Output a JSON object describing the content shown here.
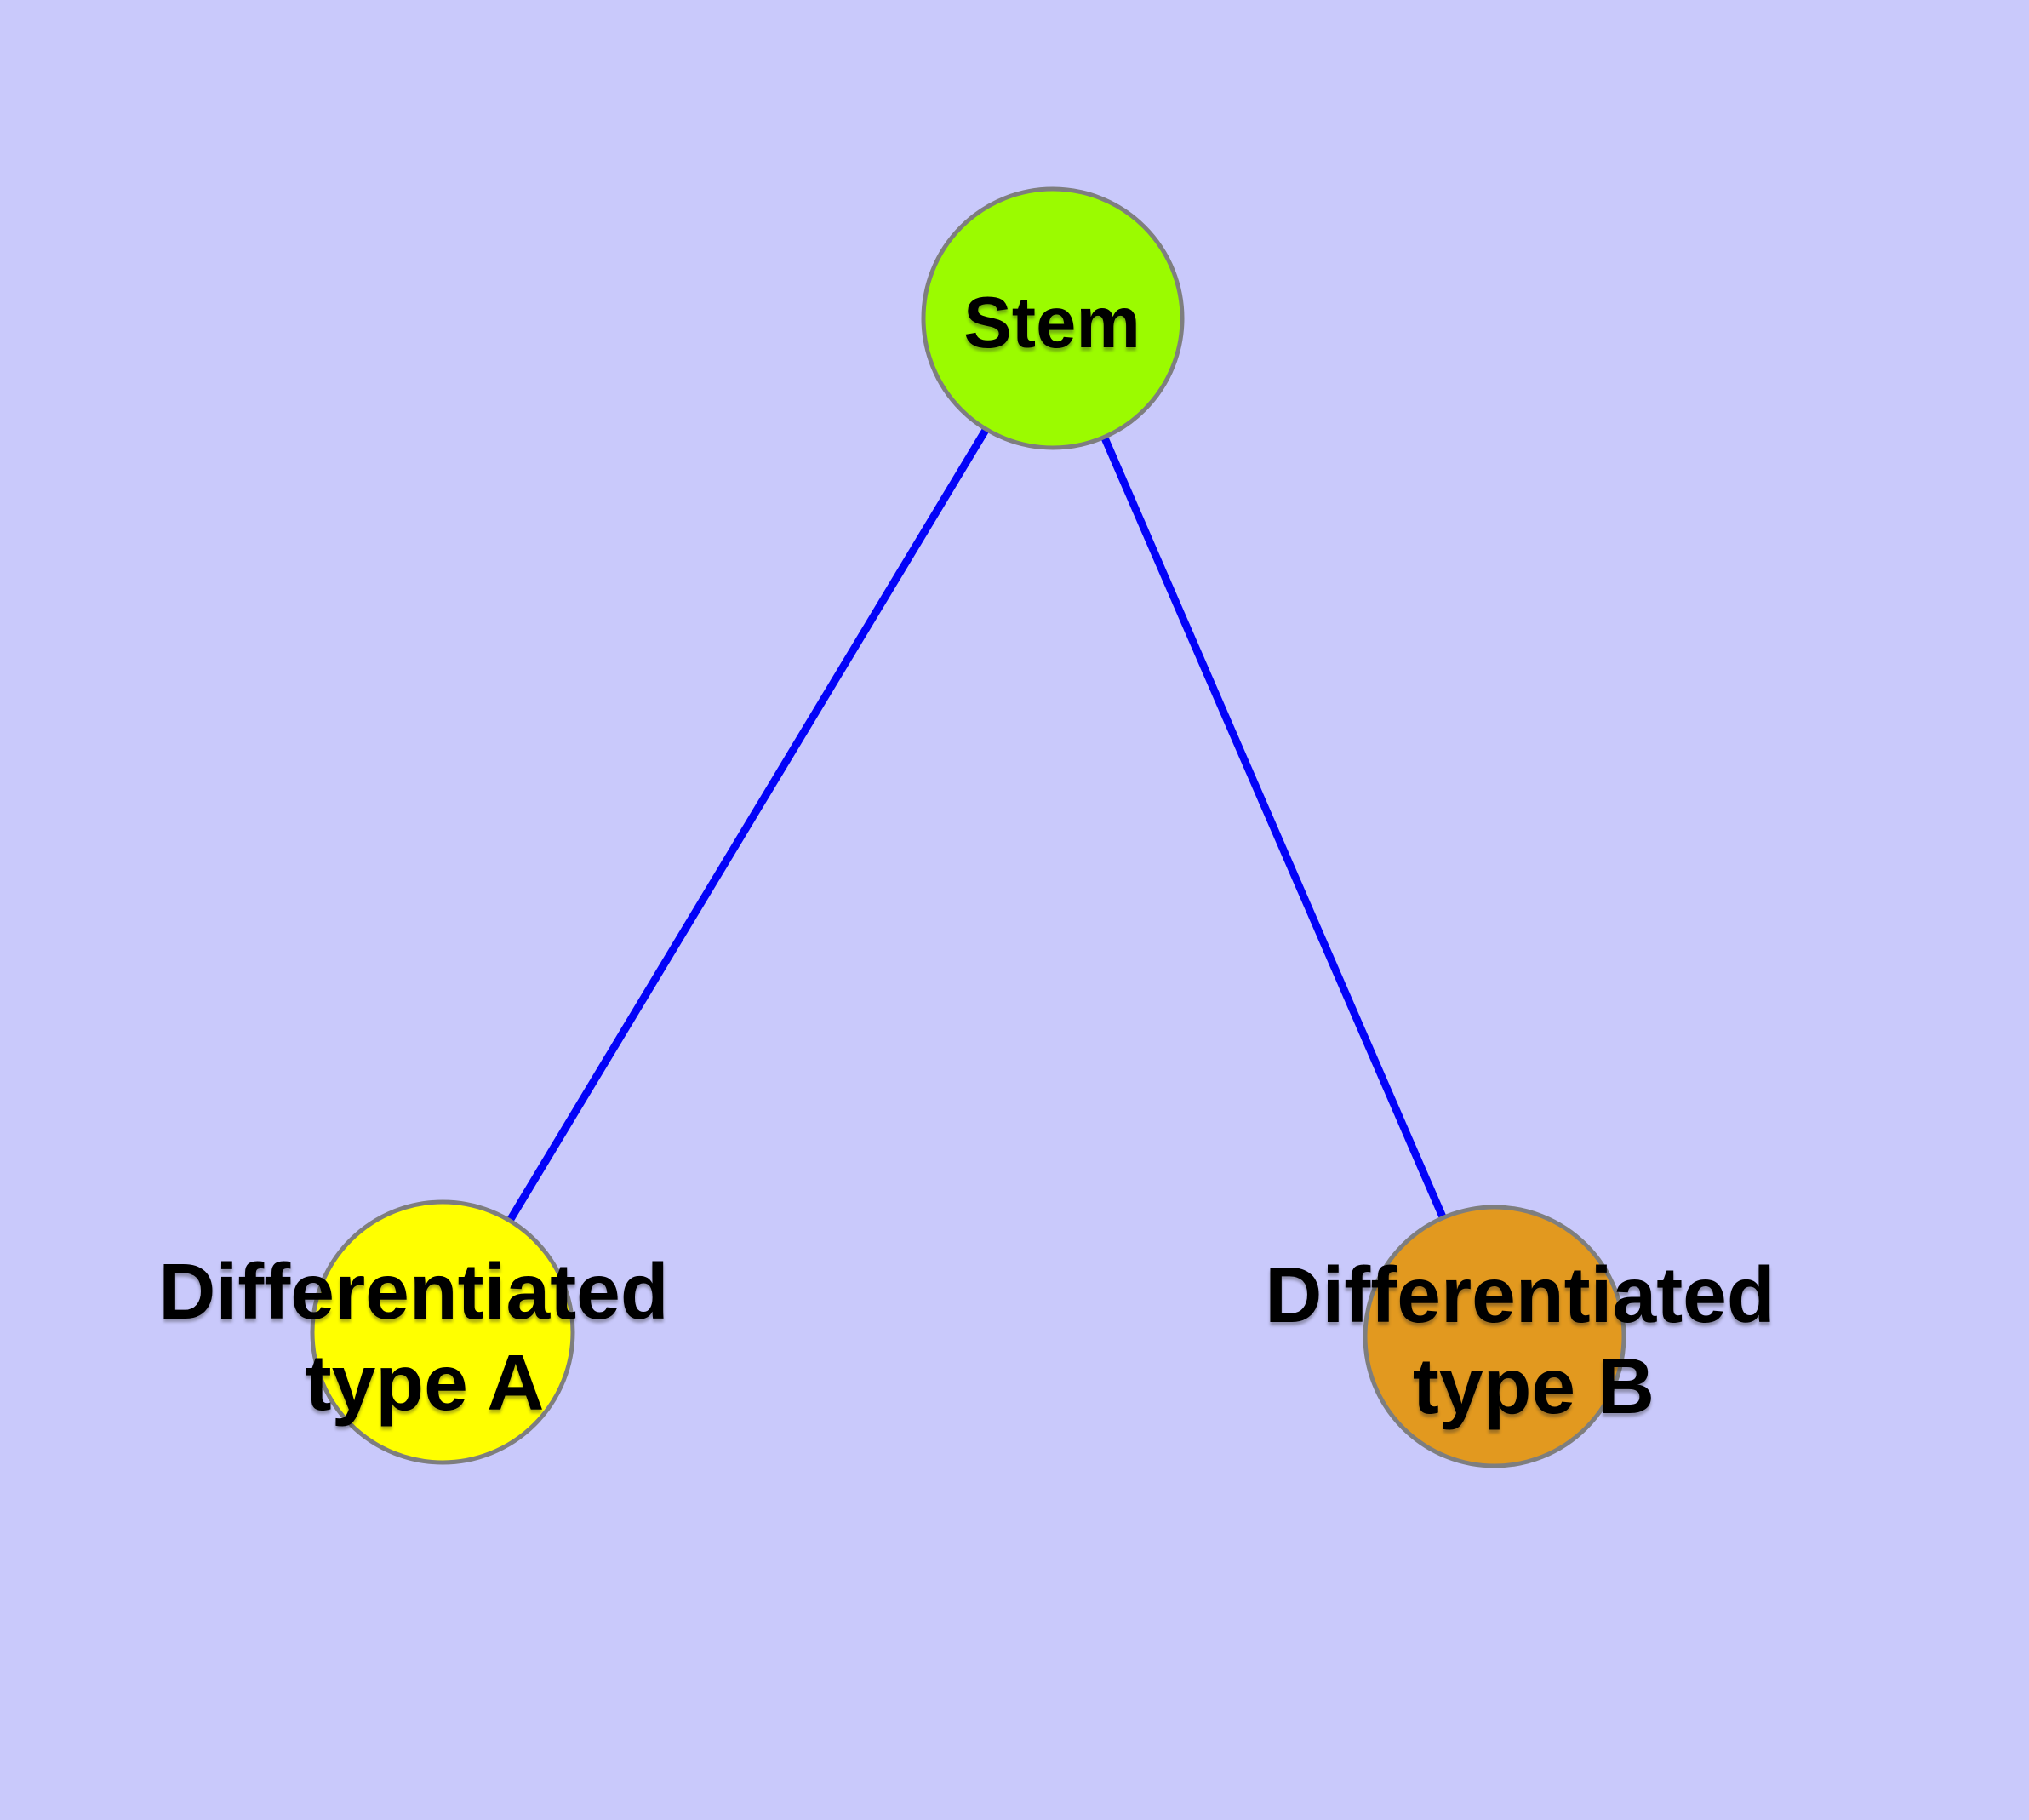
{
  "colors": {
    "background": "#C9C9FB",
    "edge": "#0303F8",
    "node_border": "#7E7E7E",
    "label": "#000000"
  },
  "graph": {
    "nodes": {
      "stem": {
        "label": "Stem",
        "fill": "#9BFB00"
      },
      "diff_a": {
        "label_line1": "Differentiated",
        "label_line2": "type A",
        "fill": "#FFFF00"
      },
      "diff_b": {
        "label_line1": "Differentiated",
        "label_line2": "type B",
        "fill": "#E2991F"
      }
    },
    "edges": [
      {
        "from": "Stem",
        "to": "Differentiated type A"
      },
      {
        "from": "Stem",
        "to": "Differentiated type B"
      }
    ]
  }
}
